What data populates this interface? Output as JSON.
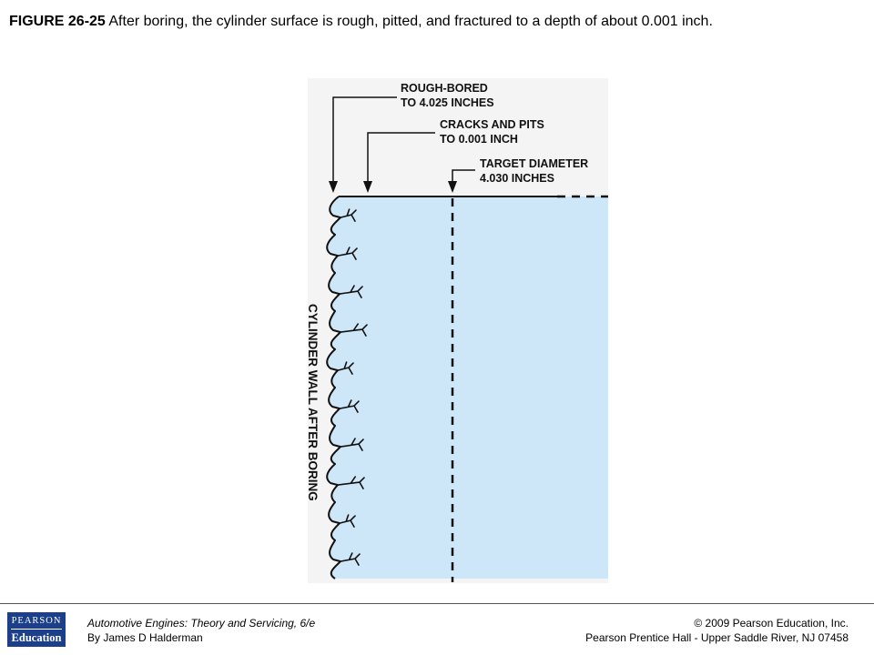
{
  "caption": {
    "figure_label": "FIGURE 26-25",
    "text": " After boring, the cylinder surface is rough, pitted, and fractured to a depth of about 0.001 inch."
  },
  "diagram": {
    "callouts": {
      "rough_bored": [
        "ROUGH-BORED",
        "TO 4.025 INCHES"
      ],
      "cracks_pits": [
        "CRACKS AND PITS",
        "TO 0.001 INCH"
      ],
      "target_diameter": [
        "TARGET DIAMETER",
        "4.030 INCHES"
      ]
    },
    "wall_label": "CYLINDER WALL AFTER BORING",
    "colors": {
      "cylinder_fill": "#cde6f8",
      "line": "#111111"
    }
  },
  "footer": {
    "logo": {
      "line1": "PEARSON",
      "line2": "Education",
      "color": "#1b3f8b"
    },
    "book_title": "Automotive Engines: Theory and Servicing, 6/e",
    "author": "By James D Halderman",
    "copyright": "© 2009 Pearson Education, Inc.",
    "publisher": "Pearson Prentice Hall - Upper Saddle River, NJ 07458"
  }
}
